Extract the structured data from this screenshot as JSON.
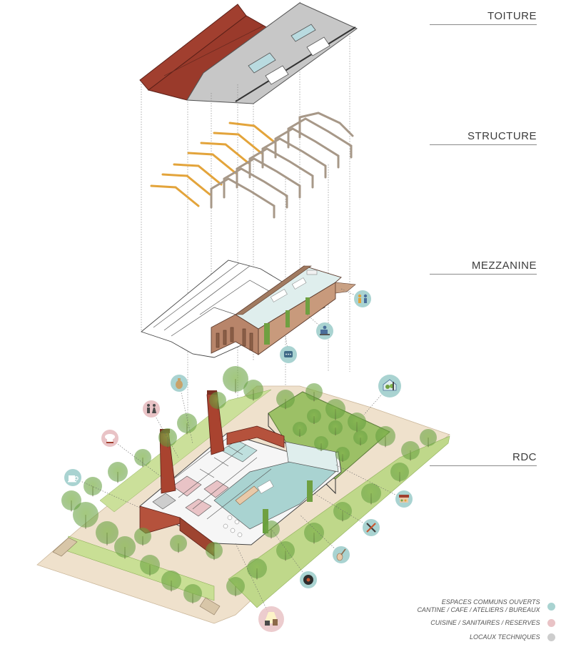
{
  "levels": {
    "toiture": "TOITURE",
    "structure": "STRUCTURE",
    "mezzanine": "MEZZANINE",
    "rdc": "RDC"
  },
  "legend": [
    {
      "line1": "ESPACES COMMUNS OUVERTS",
      "line2": "CANTINE / CAFE / ATELIERS / BUREAUX",
      "color": "#a9d3d1"
    },
    {
      "line1": "CUISINE / SANITAIRES / RESERVES",
      "line2": "",
      "color": "#e9c3c6"
    },
    {
      "line1": "LOCAUX TECHNIQUES",
      "line2": "",
      "color": "#cdcdcd"
    }
  ],
  "colors": {
    "roof_red": "#9b3a2c",
    "roof_grey": "#c9c9c9",
    "structure_orange": "#e2a33a",
    "structure_grey": "#a89a8c",
    "brick": "#b5523c",
    "lawn": "#c6dc8c",
    "path": "#ecdcc4",
    "teal": "#a9d3d1",
    "pink": "#e9c3c6",
    "tech_grey": "#cdcdcd"
  },
  "icons": [
    "mezzanine-people-icon",
    "mezzanine-seating-icon",
    "mezzanine-chat-icon",
    "vase-icon",
    "toilets-icon",
    "chef-hat-icon",
    "coffee-cup-icon",
    "greenhouse-icon",
    "market-stall-icon",
    "tools-icon",
    "guitar-icon",
    "vinyl-icon",
    "cinema-icon"
  ]
}
